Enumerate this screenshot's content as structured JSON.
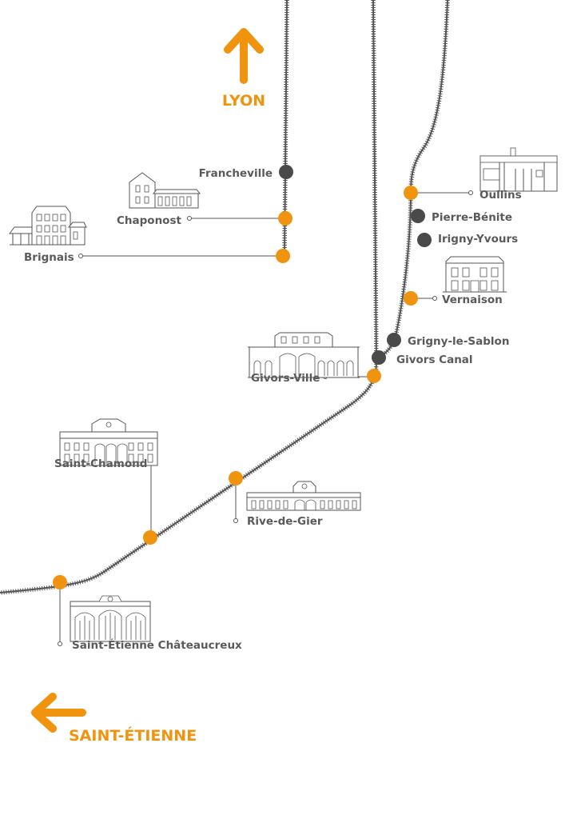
{
  "directions": {
    "north": {
      "label": "LYON",
      "icon": "arrow-up-icon"
    },
    "west": {
      "label": "SAINT-ÉTIENNE",
      "icon": "arrow-left-icon"
    }
  },
  "colors": {
    "accent": "#f0940f",
    "stop_dark": "#4a4a4a",
    "track": "#555555",
    "label": "#5a5a5a"
  },
  "stations": [
    {
      "id": "francheville",
      "name": "Francheville",
      "type": "dark"
    },
    {
      "id": "chaponost",
      "name": "Chaponost",
      "type": "major",
      "building": "chaponost-station-building-icon"
    },
    {
      "id": "brignais",
      "name": "Brignais",
      "type": "major",
      "building": "brignais-station-building-icon"
    },
    {
      "id": "oullins",
      "name": "Oullins",
      "type": "major",
      "building": "oullins-station-building-icon"
    },
    {
      "id": "pierre-benite",
      "name": "Pierre-Bénite",
      "type": "dark"
    },
    {
      "id": "irigny-yvours",
      "name": "Irigny-Yvours",
      "type": "dark"
    },
    {
      "id": "vernaison",
      "name": "Vernaison",
      "type": "major",
      "building": "vernaison-station-building-icon"
    },
    {
      "id": "grigny",
      "name": "Grigny-le-Sablon",
      "type": "dark"
    },
    {
      "id": "givors-canal",
      "name": "Givors Canal",
      "type": "dark"
    },
    {
      "id": "givors-ville",
      "name": "Givors-Ville",
      "type": "major",
      "building": "givors-ville-station-building-icon"
    },
    {
      "id": "rive-de-gier",
      "name": "Rive-de-Gier",
      "type": "major",
      "building": "rive-de-gier-station-building-icon"
    },
    {
      "id": "saint-chamond",
      "name": "Saint-Chamond",
      "type": "major",
      "building": "saint-chamond-station-building-icon"
    },
    {
      "id": "saint-etienne",
      "name": "Saint-Étienne Châteaucreux",
      "type": "major",
      "building": "saint-etienne-station-building-icon"
    }
  ]
}
